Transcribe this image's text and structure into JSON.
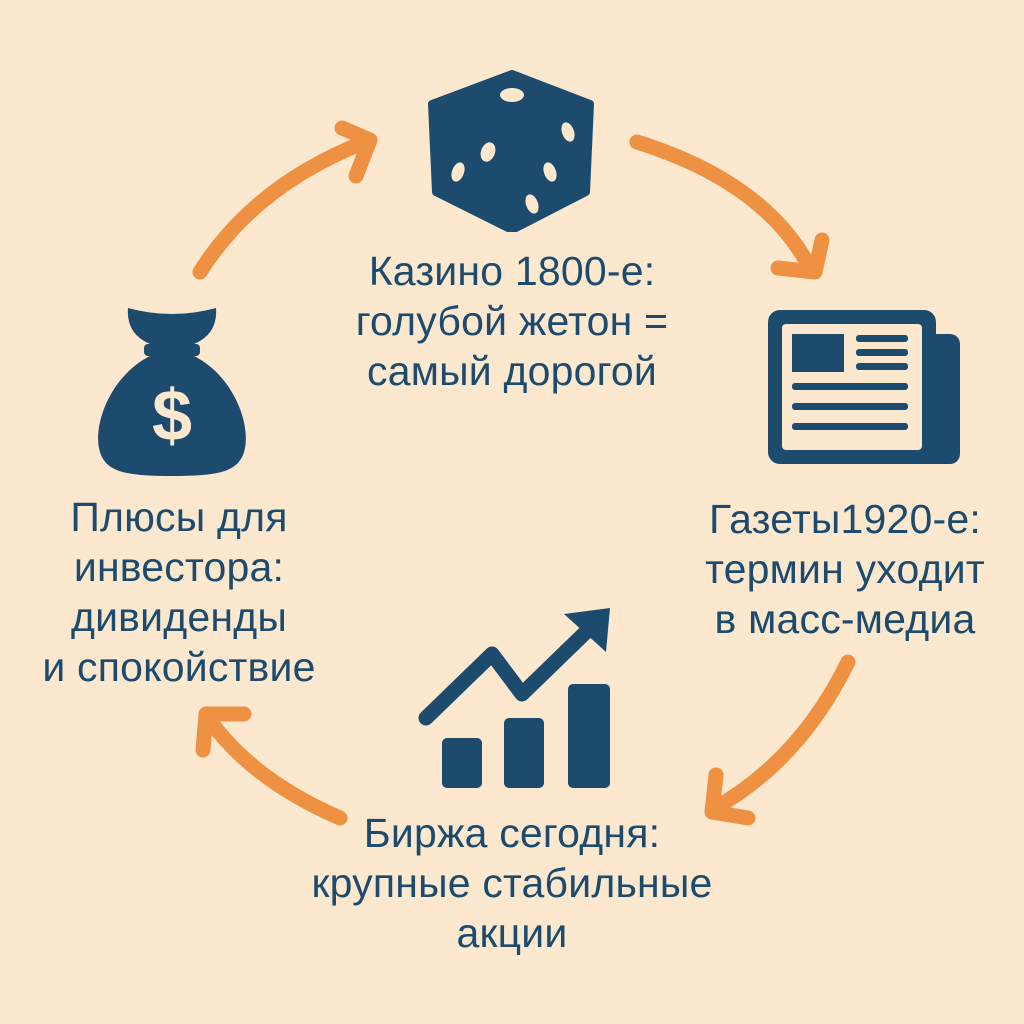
{
  "colors": {
    "background": "#fce8cf",
    "icon": "#1c4b6e",
    "text": "#1c4b6e",
    "arrow": "#ee9142"
  },
  "nodes": [
    {
      "icon": "dice-icon",
      "lines": [
        "Казино 1800-е:",
        "голубой жетон =",
        "самый дорогой"
      ]
    },
    {
      "icon": "newspaper-icon",
      "lines": [
        "Газеты1920-е:",
        "термин уходит",
        "в масс-медиа"
      ]
    },
    {
      "icon": "growth-chart-icon",
      "lines": [
        "Биржа сегодня:",
        "крупные стабильные",
        "акции"
      ]
    },
    {
      "icon": "money-bag-icon",
      "lines": [
        "Плюсы для",
        "инвестора:",
        "дивиденды",
        "и спокойствие"
      ]
    }
  ]
}
